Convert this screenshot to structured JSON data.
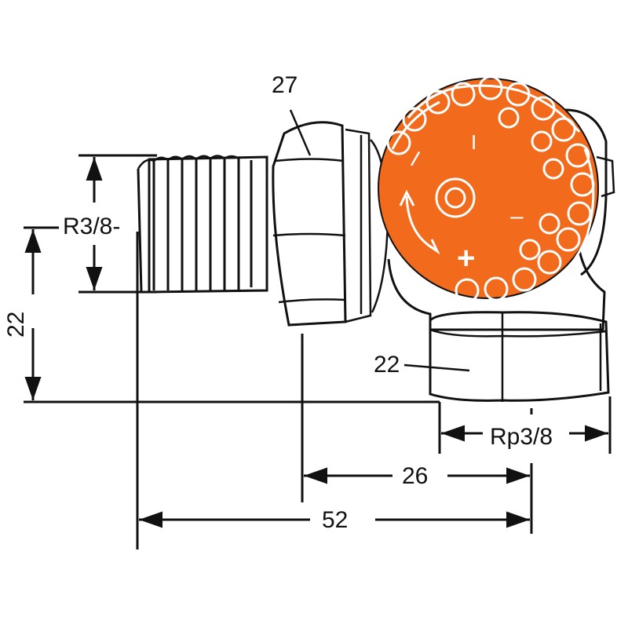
{
  "drawing": {
    "colors": {
      "line": "#111111",
      "knob": "#F26A1B",
      "knob_detail": "#ffffff",
      "background": "#ffffff"
    },
    "labels": {
      "hex_top": "27",
      "thread_male": "R3/8-",
      "height": "22",
      "hex_bottom": "22",
      "thread_female": "Rp3/8",
      "offset": "26",
      "overall": "52"
    },
    "knob_symbols": [
      "–",
      "I",
      "–",
      "+"
    ]
  }
}
